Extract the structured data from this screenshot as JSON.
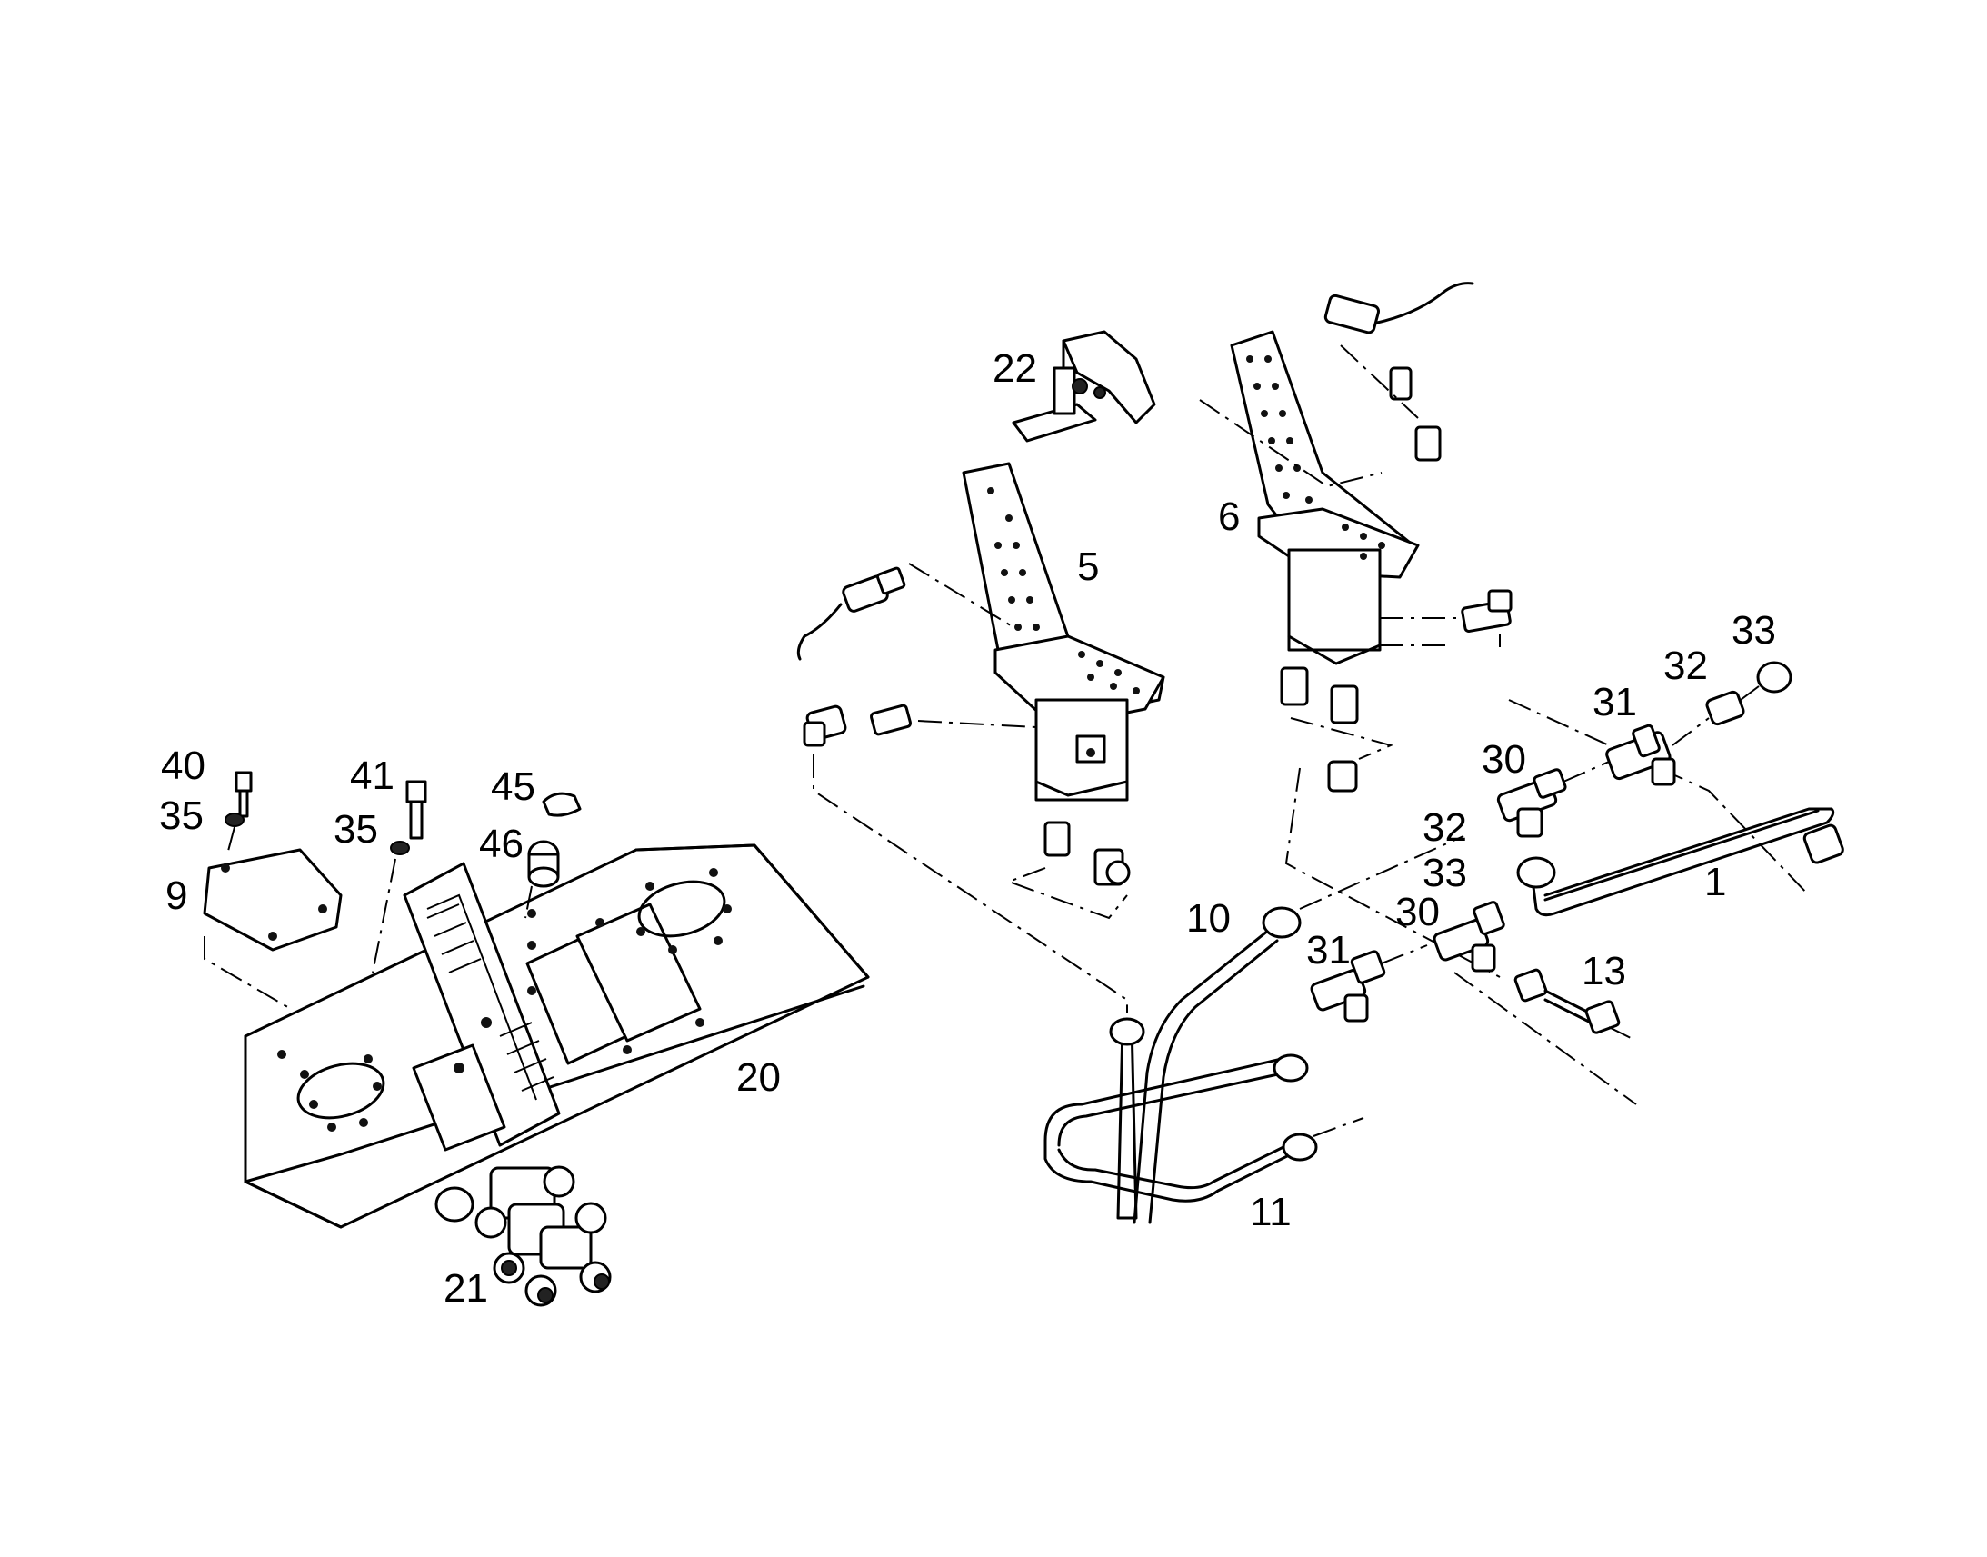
{
  "diagram": {
    "labels": {
      "p1": "1",
      "p5": "5",
      "p6": "6",
      "p9": "9",
      "p10": "10",
      "p11": "11",
      "p13": "13",
      "p20": "20",
      "p21": "21",
      "p22": "22",
      "p30a": "30",
      "p30b": "30",
      "p31a": "31",
      "p31b": "31",
      "p32a": "32",
      "p32b": "32",
      "p33a": "33",
      "p33b": "33",
      "p35a": "35",
      "p35b": "35",
      "p40": "40",
      "p41": "41",
      "p45": "45",
      "p46": "46"
    }
  }
}
